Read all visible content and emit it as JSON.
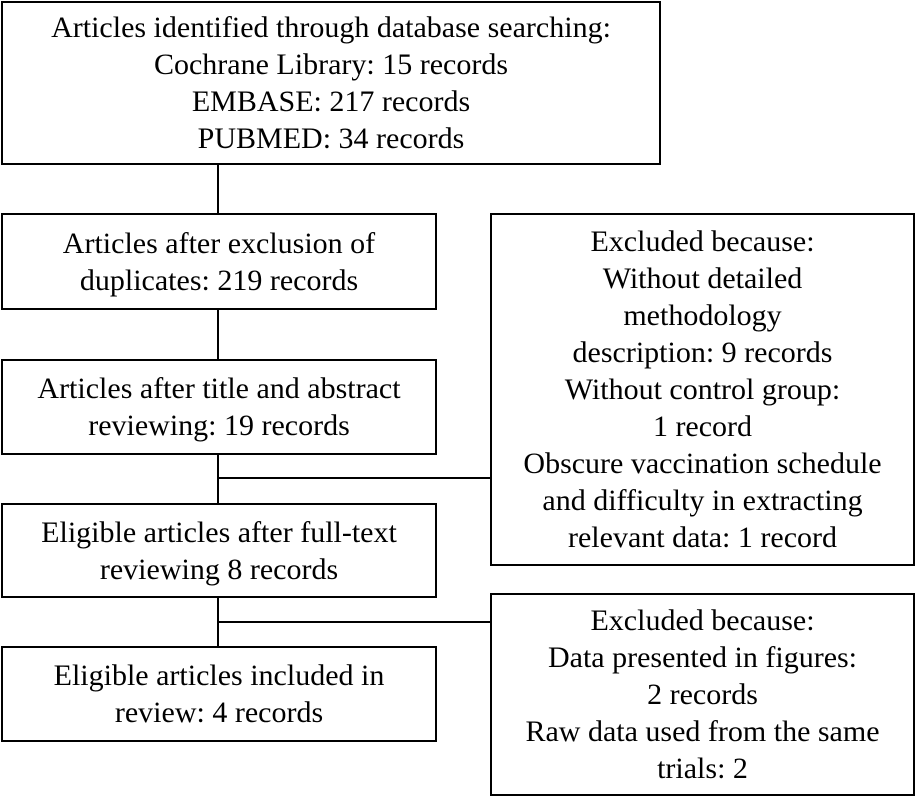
{
  "flowchart": {
    "identification": {
      "lines": [
        "Articles identified through database searching:",
        "Cochrane Library: 15 records",
        "EMBASE: 217 records",
        "PUBMED: 34 records"
      ]
    },
    "duplicates": {
      "lines": [
        "Articles after exclusion of",
        "duplicates: 219 records"
      ]
    },
    "title_abstract": {
      "lines": [
        "Articles after title and abstract",
        "reviewing: 19 records"
      ]
    },
    "full_text": {
      "lines": [
        "Eligible articles after full-text",
        "reviewing 8 records"
      ]
    },
    "included": {
      "lines": [
        "Eligible articles included in",
        "review: 4 records"
      ]
    },
    "excluded_1": {
      "lines": [
        "Excluded because:",
        "Without detailed",
        "methodology",
        "description: 9 records",
        "Without control group:",
        "1 record",
        "Obscure vaccination schedule",
        "and difficulty in extracting",
        "relevant data: 1 record"
      ]
    },
    "excluded_2": {
      "lines": [
        "Excluded because:",
        "Data presented in figures:",
        "2 records",
        "Raw data used from the same",
        "trials: 2"
      ]
    }
  }
}
